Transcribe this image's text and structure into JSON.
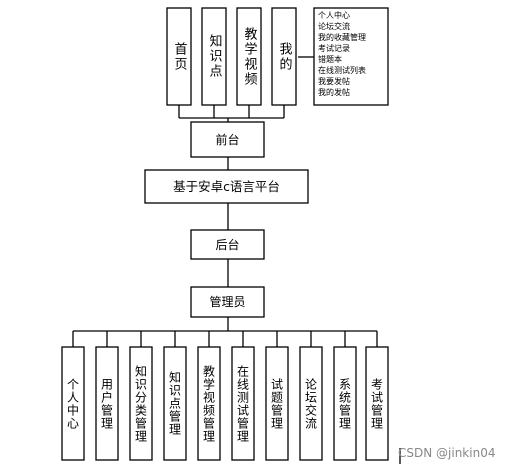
{
  "top_nodes": [
    {
      "label": "首页"
    },
    {
      "label": "知识点"
    },
    {
      "label": "教学视频"
    },
    {
      "label": "我的"
    }
  ],
  "my_submenu": [
    "个人中心",
    "论坛交流",
    "我的收藏管理",
    "考试记录",
    "错题本",
    "在线测试列表",
    "我要发帖",
    "我的发帖"
  ],
  "frontend": "前台",
  "platform": "基于安卓c语言平台",
  "backend": "后台",
  "admin": "管理员",
  "admin_modules": [
    {
      "label": "个人中心"
    },
    {
      "label": "用户管理"
    },
    {
      "label": "知识分类管理"
    },
    {
      "label": "知识点管理"
    },
    {
      "label": "教学视频管理"
    },
    {
      "label": "在线测试管理"
    },
    {
      "label": "试题管理"
    },
    {
      "label": "论坛交流"
    },
    {
      "label": "系统管理"
    },
    {
      "label": "考试管理"
    }
  ],
  "watermark": "CSDN @jinkin04"
}
